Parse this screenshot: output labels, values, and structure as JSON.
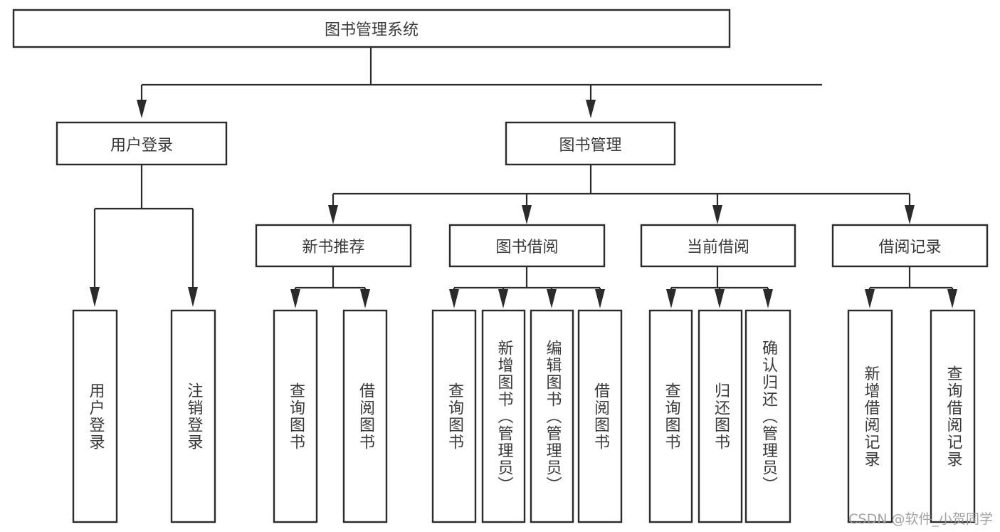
{
  "diagram": {
    "type": "tree",
    "title": "图书管理系统",
    "orientation": "top-down",
    "colors": {
      "box_stroke": "#2b2b2b",
      "box_fill": "#ffffff",
      "text": "#3a3a3a",
      "background": "#ffffff",
      "watermark": "#9b9b9b"
    },
    "root": {
      "label": "图书管理系统",
      "text_direction": "horizontal"
    },
    "level2": [
      {
        "id": "user-login",
        "label": "用户登录",
        "text_direction": "horizontal"
      },
      {
        "id": "book-management",
        "label": "图书管理",
        "text_direction": "horizontal"
      }
    ],
    "level3": [
      {
        "id": "new-book-recommend",
        "label": "新书推荐",
        "text_direction": "horizontal",
        "parent": "book-management"
      },
      {
        "id": "book-borrow",
        "label": "图书借阅",
        "text_direction": "horizontal",
        "parent": "book-management"
      },
      {
        "id": "current-borrow",
        "label": "当前借阅",
        "text_direction": "horizontal",
        "parent": "book-management"
      },
      {
        "id": "borrow-record",
        "label": "借阅记录",
        "text_direction": "horizontal",
        "parent": "book-management"
      }
    ],
    "leaves": [
      {
        "id": "leaf-user-login",
        "label": "用户登录",
        "parent": "user-login",
        "text_direction": "vertical"
      },
      {
        "id": "leaf-user-logout",
        "label": "注销登录",
        "parent": "user-login",
        "text_direction": "vertical"
      },
      {
        "id": "leaf-query-book-1",
        "label": "查询图书",
        "parent": "new-book-recommend",
        "text_direction": "vertical"
      },
      {
        "id": "leaf-borrow-book-1",
        "label": "借阅图书",
        "parent": "new-book-recommend",
        "text_direction": "vertical"
      },
      {
        "id": "leaf-query-book-2",
        "label": "查询图书",
        "parent": "book-borrow",
        "text_direction": "vertical"
      },
      {
        "id": "leaf-add-book",
        "label": "新增图书（管理员）",
        "parent": "book-borrow",
        "text_direction": "vertical"
      },
      {
        "id": "leaf-edit-book",
        "label": "编辑图书（管理员）",
        "parent": "book-borrow",
        "text_direction": "vertical"
      },
      {
        "id": "leaf-borrow-book-2",
        "label": "借阅图书",
        "parent": "book-borrow",
        "text_direction": "vertical"
      },
      {
        "id": "leaf-query-book-3",
        "label": "查询图书",
        "parent": "current-borrow",
        "text_direction": "vertical"
      },
      {
        "id": "leaf-return-book",
        "label": "归还图书",
        "parent": "current-borrow",
        "text_direction": "vertical"
      },
      {
        "id": "leaf-confirm-return",
        "label": "确认归还（管理员）",
        "parent": "current-borrow",
        "text_direction": "vertical"
      },
      {
        "id": "leaf-add-record",
        "label": "新增借阅记录",
        "parent": "borrow-record",
        "text_direction": "vertical"
      },
      {
        "id": "leaf-query-record",
        "label": "查询借阅记录",
        "parent": "borrow-record",
        "text_direction": "vertical"
      }
    ]
  },
  "watermark": {
    "text": "CSDN @软件_小贺同学"
  }
}
